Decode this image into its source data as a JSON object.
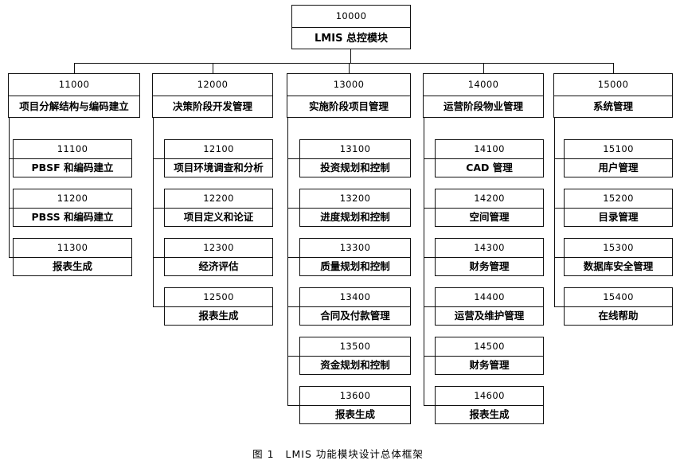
{
  "figure": {
    "caption_number": "图 1",
    "caption_text": "LMIS 功能模块设计总体框架"
  },
  "root": {
    "code": "10000",
    "title": "LMIS 总控模块"
  },
  "columns": [
    {
      "parent": {
        "code": "11000",
        "title": "项目分解结构与编码建立"
      },
      "children": [
        {
          "code": "11100",
          "title": "PBSF 和编码建立"
        },
        {
          "code": "11200",
          "title": "PBSS 和编码建立"
        },
        {
          "code": "11300",
          "title": "报表生成"
        }
      ]
    },
    {
      "parent": {
        "code": "12000",
        "title": "决策阶段开发管理"
      },
      "children": [
        {
          "code": "12100",
          "title": "项目环境调查和分析"
        },
        {
          "code": "12200",
          "title": "项目定义和论证"
        },
        {
          "code": "12300",
          "title": "经济评估"
        },
        {
          "code": "12500",
          "title": "报表生成"
        }
      ]
    },
    {
      "parent": {
        "code": "13000",
        "title": "实施阶段项目管理"
      },
      "children": [
        {
          "code": "13100",
          "title": "投资规划和控制"
        },
        {
          "code": "13200",
          "title": "进度规划和控制"
        },
        {
          "code": "13300",
          "title": "质量规划和控制"
        },
        {
          "code": "13400",
          "title": "合同及付款管理"
        },
        {
          "code": "13500",
          "title": "资金规划和控制"
        },
        {
          "code": "13600",
          "title": "报表生成"
        }
      ]
    },
    {
      "parent": {
        "code": "14000",
        "title": "运营阶段物业管理"
      },
      "children": [
        {
          "code": "14100",
          "title": "CAD 管理"
        },
        {
          "code": "14200",
          "title": "空间管理"
        },
        {
          "code": "14300",
          "title": "财务管理"
        },
        {
          "code": "14400",
          "title": "运营及维护管理"
        },
        {
          "code": "14500",
          "title": "财务管理"
        },
        {
          "code": "14600",
          "title": "报表生成"
        }
      ]
    },
    {
      "parent": {
        "code": "15000",
        "title": "系统管理"
      },
      "children": [
        {
          "code": "15100",
          "title": "用户管理"
        },
        {
          "code": "15200",
          "title": "目录管理"
        },
        {
          "code": "15300",
          "title": "数据库安全管理"
        },
        {
          "code": "15400",
          "title": "在线帮助"
        }
      ]
    }
  ],
  "colors": {
    "line": "#111111",
    "background": "#ffffff"
  }
}
